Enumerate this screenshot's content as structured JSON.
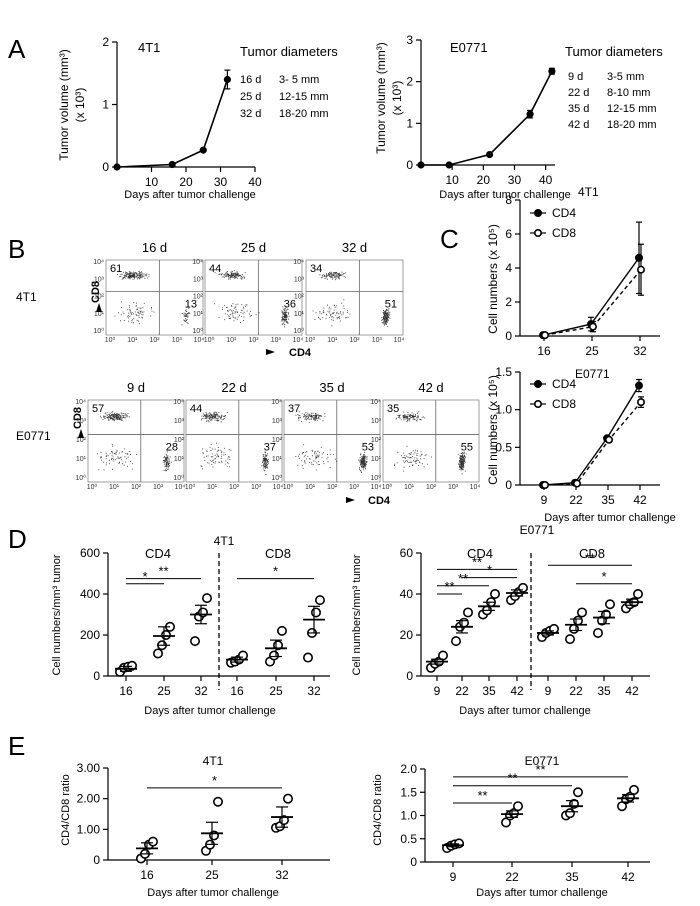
{
  "panels": {
    "A": "A",
    "B": "B",
    "C": "C",
    "D": "D",
    "E": "E"
  },
  "common": {
    "xlabel": "Days after tumor challenge",
    "volume_ylabel": "Tumor volume (mm³)",
    "volume_yunit": "(x 10³)",
    "cell_ylabel": "Cell numbers (x 10⁵)",
    "density_ylabel": "Cell numbers/mm³ tumor",
    "ratio_ylabel": "CD4/CD8 ratio",
    "tick_exp_labels": [
      "10⁰",
      "10¹",
      "10²",
      "10³",
      "10⁴"
    ]
  },
  "panelA": {
    "left": {
      "title": "4T1",
      "diam_title": "Tumor diameters",
      "diam_rows": [
        [
          "16 d",
          "3- 5 mm"
        ],
        [
          "25 d",
          "12-15 mm"
        ],
        [
          "32 d",
          "18-20 mm"
        ]
      ]
    },
    "right": {
      "title": "E0771",
      "diam_title": "Tumor diameters",
      "diam_rows": [
        [
          "9 d",
          "3-5  mm"
        ],
        [
          "22 d",
          "8-10 mm"
        ],
        [
          "35 d",
          "12-15 mm"
        ],
        [
          "42 d",
          "18-20 mm"
        ]
      ]
    }
  },
  "panelB": {
    "row1": {
      "label": "4T1",
      "axis_y": "CD8",
      "axis_x": "CD4",
      "plots": [
        {
          "day": "16 d",
          "cd8": "61",
          "cd4": "13"
        },
        {
          "day": "25 d",
          "cd8": "44",
          "cd4": "36"
        },
        {
          "day": "32 d",
          "cd8": "34",
          "cd4": "51"
        }
      ]
    },
    "row2": {
      "label": "E0771",
      "axis_y": "CD8",
      "axis_x": "CD4",
      "plots": [
        {
          "day": "9 d",
          "cd8": "57",
          "cd4": "28"
        },
        {
          "day": "22 d",
          "cd8": "44",
          "cd4": "37"
        },
        {
          "day": "35 d",
          "cd8": "37",
          "cd4": "53"
        },
        {
          "day": "42 d",
          "cd8": "35",
          "cd4": "55"
        }
      ]
    }
  },
  "panelC": {
    "top": {
      "title": "4T1"
    },
    "bottom": {
      "title": "E0771"
    }
  },
  "panelD": {
    "left": {
      "title": "4T1",
      "group1": "CD4",
      "group2": "CD8",
      "sig": [
        "*",
        "**",
        "*"
      ]
    },
    "right": {
      "title": "E0771",
      "group1": "CD4",
      "group2": "CD8",
      "sig": [
        "**",
        "**",
        "*",
        "**",
        "*",
        "**"
      ]
    }
  },
  "panelE": {
    "left": {
      "title": "4T1",
      "sig": [
        "*"
      ]
    },
    "right": {
      "title": "E0771",
      "sig": [
        "**",
        "**",
        "**"
      ]
    }
  },
  "chart_data": [
    {
      "id": "A-4T1",
      "type": "line",
      "title": "4T1",
      "xlabel": "Days after tumor challenge",
      "ylabel": "Tumor volume (mm³) (x 10³)",
      "xlim": [
        0,
        40
      ],
      "ylim": [
        0,
        2
      ],
      "xticks": [
        10,
        20,
        30,
        40
      ],
      "yticks": [
        0,
        1,
        2
      ],
      "x": [
        0,
        16,
        25,
        32
      ],
      "series": [
        {
          "values": [
            0,
            0.04,
            0.27,
            1.4
          ],
          "err": [
            0,
            0.01,
            0.02,
            0.15
          ]
        }
      ]
    },
    {
      "id": "A-E0771",
      "type": "line",
      "title": "E0771",
      "xlabel": "Days after tumor challenge",
      "ylabel": "Tumor volume (mm³) (x 10³)",
      "xlim": [
        0,
        43
      ],
      "ylim": [
        0,
        3
      ],
      "xticks": [
        10,
        20,
        30,
        40
      ],
      "yticks": [
        0,
        1,
        2,
        3
      ],
      "x": [
        0,
        9,
        22,
        35,
        42
      ],
      "series": [
        {
          "values": [
            0,
            0,
            0.25,
            1.22,
            2.25
          ],
          "err": [
            0,
            0,
            0.03,
            0.09,
            0.07
          ]
        }
      ]
    },
    {
      "id": "C-4T1",
      "type": "line",
      "title": "4T1",
      "ylabel": "Cell numbers (x 10⁵)",
      "categories": [
        "16",
        "25",
        "32"
      ],
      "ylim": [
        0,
        8
      ],
      "yticks": [
        0,
        2,
        4,
        6,
        8
      ],
      "series": [
        {
          "name": "CD4",
          "values": [
            0.05,
            0.7,
            4.6
          ],
          "err": [
            0.05,
            0.4,
            2.1
          ]
        },
        {
          "name": "CD8",
          "values": [
            0.05,
            0.55,
            3.9
          ],
          "err": [
            0.05,
            0.3,
            1.5
          ]
        }
      ]
    },
    {
      "id": "C-E0771",
      "type": "line",
      "title": "E0771",
      "xlabel": "Days after tumor challenge",
      "ylabel": "Cell numbers (x 10⁵)",
      "categories": [
        "9",
        "22",
        "35",
        "42"
      ],
      "ylim": [
        0,
        1.5
      ],
      "yticks": [
        0,
        0.5,
        1.0,
        1.5
      ],
      "series": [
        {
          "name": "CD4",
          "values": [
            0,
            0.03,
            0.62,
            1.32
          ],
          "err": [
            0,
            0.01,
            0.03,
            0.08
          ]
        },
        {
          "name": "CD8",
          "values": [
            0,
            0.02,
            0.6,
            1.1
          ],
          "err": [
            0,
            0.01,
            0.03,
            0.07
          ]
        }
      ]
    },
    {
      "id": "D-4T1",
      "type": "scatter",
      "title": "4T1",
      "xlabel": "Days after tumor challenge",
      "ylabel": "Cell numbers/mm³ tumor",
      "ylim": [
        0,
        600
      ],
      "yticks": [
        0,
        200,
        400,
        600
      ],
      "groups": [
        {
          "name": "CD4",
          "categories": [
            "16",
            "25",
            "32"
          ],
          "points": [
            [
              20,
              40,
              45,
              50
            ],
            [
              110,
              150,
              200,
              240
            ],
            [
              170,
              290,
              310,
              380
            ]
          ],
          "mean": [
            35,
            195,
            300
          ],
          "sem": [
            12,
            45,
            45
          ]
        },
        {
          "name": "CD8",
          "categories": [
            "16",
            "25",
            "32"
          ],
          "points": [
            [
              65,
              70,
              80,
              100
            ],
            [
              70,
              100,
              150,
              220
            ],
            [
              90,
              210,
              310,
              370
            ]
          ],
          "mean": [
            80,
            135,
            275
          ],
          "sem": [
            12,
            40,
            65
          ]
        }
      ]
    },
    {
      "id": "D-E0771",
      "type": "scatter",
      "title": "E0771",
      "xlabel": "Days after tumor challenge",
      "ylabel": "Cell numbers/mm³ tumor",
      "ylim": [
        0,
        60
      ],
      "yticks": [
        0,
        20,
        40,
        60
      ],
      "groups": [
        {
          "name": "CD4",
          "categories": [
            "9",
            "22",
            "35",
            "42"
          ],
          "points": [
            [
              4,
              6,
              7,
              10
            ],
            [
              17,
              24,
              26,
              31
            ],
            [
              30,
              32,
              36,
              40
            ],
            [
              37,
              39,
              41,
              43
            ]
          ],
          "mean": [
            7,
            24,
            34,
            40.5
          ],
          "sem": [
            1.2,
            3,
            2,
            1.5
          ]
        },
        {
          "name": "CD8",
          "categories": [
            "9",
            "22",
            "35",
            "42"
          ],
          "points": [
            [
              19,
              21,
              22,
              23
            ],
            [
              18,
              23,
              27,
              31
            ],
            [
              21,
              27,
              30,
              35
            ],
            [
              33,
              35,
              36,
              40
            ]
          ],
          "mean": [
            21,
            25,
            28.5,
            36
          ],
          "sem": [
            1,
            2.8,
            3,
            1.5
          ]
        }
      ]
    },
    {
      "id": "E-4T1",
      "type": "scatter",
      "title": "4T1",
      "xlabel": "Days after tumor challenge",
      "ylabel": "CD4/CD8 ratio",
      "categories": [
        "16",
        "25",
        "32"
      ],
      "ylim": [
        0,
        3
      ],
      "yticks": [
        0,
        1.0,
        2.0,
        3.0
      ],
      "points": [
        [
          0.05,
          0.2,
          0.5,
          0.6
        ],
        [
          0.3,
          0.5,
          0.8,
          1.9
        ],
        [
          1.05,
          1.1,
          1.3,
          2.0
        ]
      ],
      "mean": [
        0.38,
        0.87,
        1.4
      ],
      "sem": [
        0.18,
        0.36,
        0.33
      ]
    },
    {
      "id": "E-E0771",
      "type": "scatter",
      "title": "E0771",
      "xlabel": "Days after tumor challenge",
      "ylabel": "CD4/CD8 ratio",
      "categories": [
        "9",
        "22",
        "35",
        "42"
      ],
      "ylim": [
        0,
        2
      ],
      "yticks": [
        0,
        0.5,
        1.0,
        1.5,
        2.0
      ],
      "points": [
        [
          0.3,
          0.35,
          0.38,
          0.4
        ],
        [
          0.85,
          1.0,
          1.05,
          1.2
        ],
        [
          1.0,
          1.05,
          1.25,
          1.5
        ],
        [
          1.2,
          1.35,
          1.4,
          1.55
        ]
      ],
      "mean": [
        0.36,
        1.03,
        1.2,
        1.37
      ],
      "sem": [
        0.03,
        0.07,
        0.12,
        0.08
      ]
    }
  ]
}
